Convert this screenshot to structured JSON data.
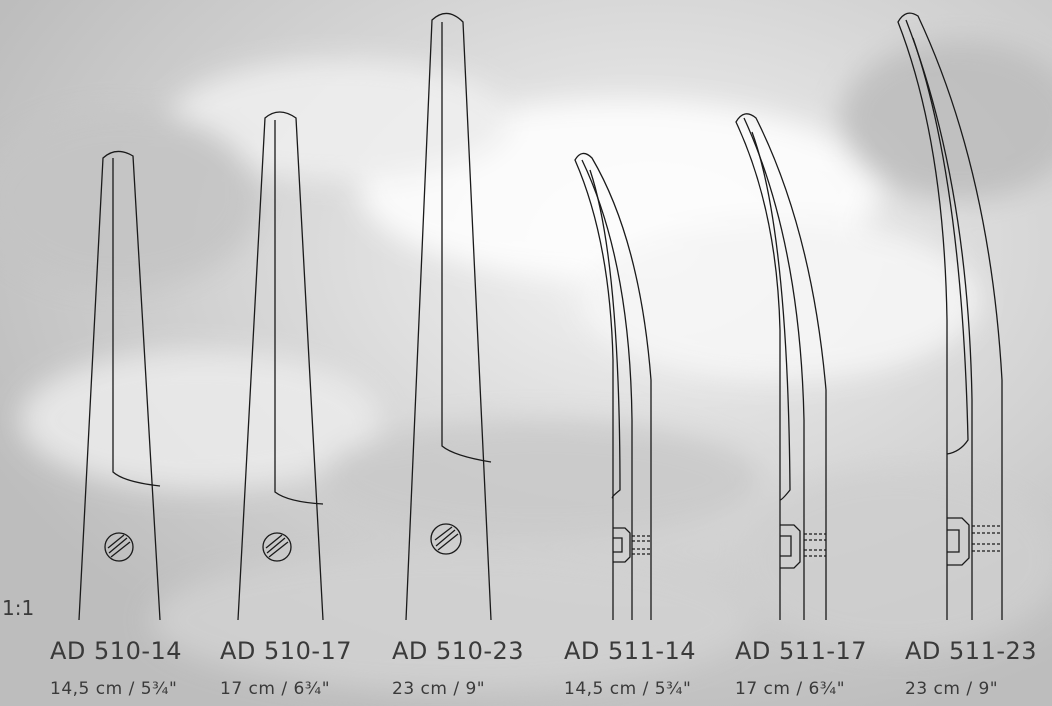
{
  "scale_label": "1:1",
  "instruments": [
    {
      "code": "AD 510-14",
      "size": "14,5 cm / 5¾\"",
      "blade": "straight"
    },
    {
      "code": "AD 510-17",
      "size": "17 cm / 6¾\"",
      "blade": "straight"
    },
    {
      "code": "AD 510-23",
      "size": "23 cm / 9\"",
      "blade": "straight"
    },
    {
      "code": "AD 511-14",
      "size": "14,5 cm / 5¾\"",
      "blade": "curved"
    },
    {
      "code": "AD 511-17",
      "size": "17 cm / 6¾\"",
      "blade": "curved"
    },
    {
      "code": "AD 511-23",
      "size": "23 cm / 9\"",
      "blade": "curved"
    }
  ],
  "colors": {
    "line": "#1a1a1a",
    "text": "#3a3a3a",
    "background": "#d9d9d9"
  }
}
